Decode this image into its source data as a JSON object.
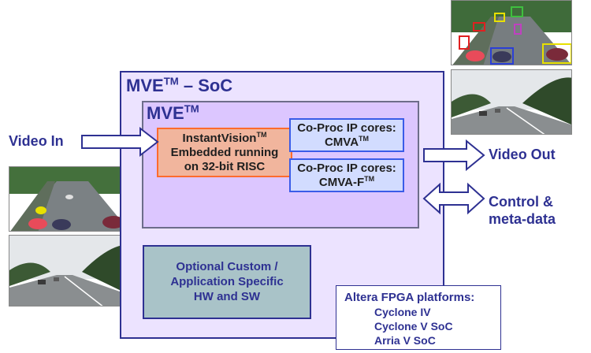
{
  "soc": {
    "title": "MVE",
    "title_sup": "TM",
    "title_suffix": " – SoC"
  },
  "mve": {
    "title": "MVE",
    "title_sup": "TM"
  },
  "instantvision": {
    "line1": "InstantVision",
    "line1_sup": "TM",
    "line2": "Embedded running",
    "line3": "on 32-bit RISC"
  },
  "coproc1": {
    "line1": "Co-Proc IP cores:",
    "line2": "CMVA",
    "line2_sup": "TM"
  },
  "coproc2": {
    "line1": "Co-Proc IP cores:",
    "line2": "CMVA-F",
    "line2_sup": "TM"
  },
  "optional": {
    "line1": "Optional Custom /",
    "line2": "Application Specific",
    "line3": "HW and SW"
  },
  "platforms": {
    "title": "Altera FPGA platforms:",
    "items": [
      "Cyclone IV",
      "Cyclone V SoC",
      "Arria V SoC"
    ]
  },
  "labels": {
    "video_in": "Video In",
    "video_out": "Video Out",
    "control_line1": "Control &",
    "control_line2": "meta-data"
  },
  "colors": {
    "accent": "#2e3192",
    "soc_fill": "#ece3ff",
    "mve_fill": "#dcc6ff",
    "iv_fill": "#f1b59d",
    "iv_border": "#ff6b2d",
    "coproc_fill": "#d2dcff",
    "coproc_border": "#3a5ce8",
    "optional_fill": "#a9c3c8"
  },
  "icons": [
    "arrow-right-icon",
    "arrow-right-icon",
    "double-arrow-icon"
  ]
}
